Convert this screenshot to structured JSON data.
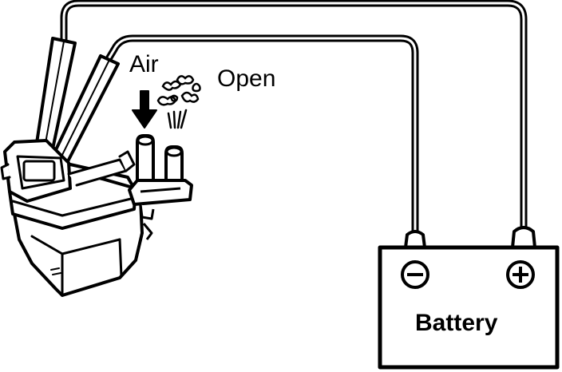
{
  "labels": {
    "air": "Air",
    "open": "Open",
    "battery": "Battery"
  },
  "terminals": {
    "negative_symbol": "⊖",
    "positive_symbol": "⊕"
  },
  "colors": {
    "ink": "#000000",
    "paper": "#ffffff"
  },
  "icons": [
    "air-flow-arrow-icon",
    "air-puff-icon",
    "negative-terminal-icon",
    "positive-terminal-icon"
  ]
}
